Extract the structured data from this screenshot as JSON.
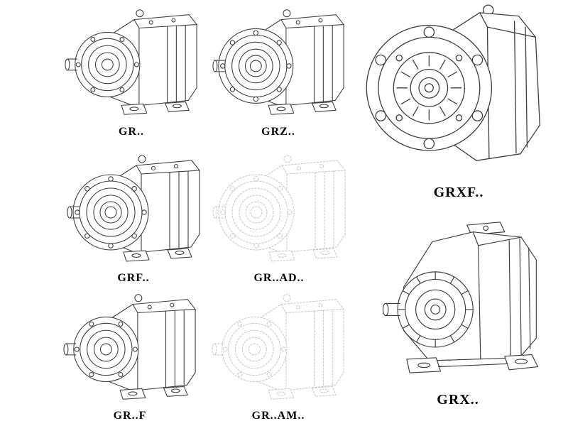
{
  "page": {
    "background_color": "#ffffff"
  },
  "colors": {
    "line": "#3f3f3f",
    "line_faded": "#c7c7c7",
    "label_text": "#050505"
  },
  "figures": [
    {
      "id": "gr",
      "label": "GR..",
      "drawing": "helical-gearbox-foot-mounted-drawing",
      "style": "solid"
    },
    {
      "id": "grz",
      "label": "GRZ..",
      "drawing": "helical-gearbox-short-flange-drawing",
      "style": "solid"
    },
    {
      "id": "grxf",
      "label": "GRXF..",
      "drawing": "helical-gearbox-large-flange-front-drawing",
      "style": "solid"
    },
    {
      "id": "grf",
      "label": "GRF..",
      "drawing": "helical-gearbox-flange-foot-drawing",
      "style": "solid"
    },
    {
      "id": "grad",
      "label": "GR..AD..",
      "drawing": "helical-gearbox-input-adapter-drawing",
      "style": "faded-dashed"
    },
    {
      "id": "grff",
      "label": "GR..F",
      "drawing": "helical-gearbox-foot-mounted-drawing",
      "style": "solid"
    },
    {
      "id": "gram",
      "label": "GR..AM..",
      "drawing": "helical-gearbox-motor-adapter-drawing",
      "style": "faded-dashed"
    },
    {
      "id": "grx",
      "label": "GRX..",
      "drawing": "helical-gearbox-large-foot-mounted-drawing",
      "style": "solid"
    }
  ]
}
